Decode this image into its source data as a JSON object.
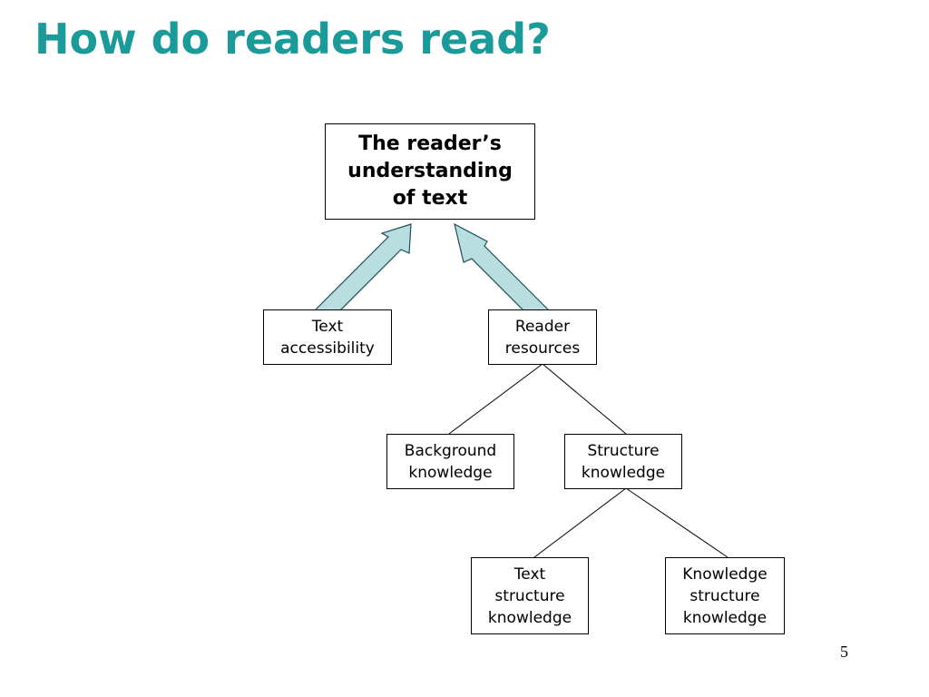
{
  "slide": {
    "title": "How do readers read?",
    "page_number": "5",
    "accent_color": "#1a9a98",
    "arrow_fill_color": "#b8dee0"
  },
  "diagram": {
    "root": "The reader’s\nunderstanding\nof text",
    "text_accessibility": "Text\naccessibility",
    "reader_resources": "Reader\nresources",
    "background_knowledge": "Background\nknowledge",
    "structure_knowledge": "Structure\nknowledge",
    "text_structure_knowledge": "Text\nstructure\nknowledge",
    "knowledge_structure_knowledge": "Knowledge\nstructure\nknowledge"
  }
}
